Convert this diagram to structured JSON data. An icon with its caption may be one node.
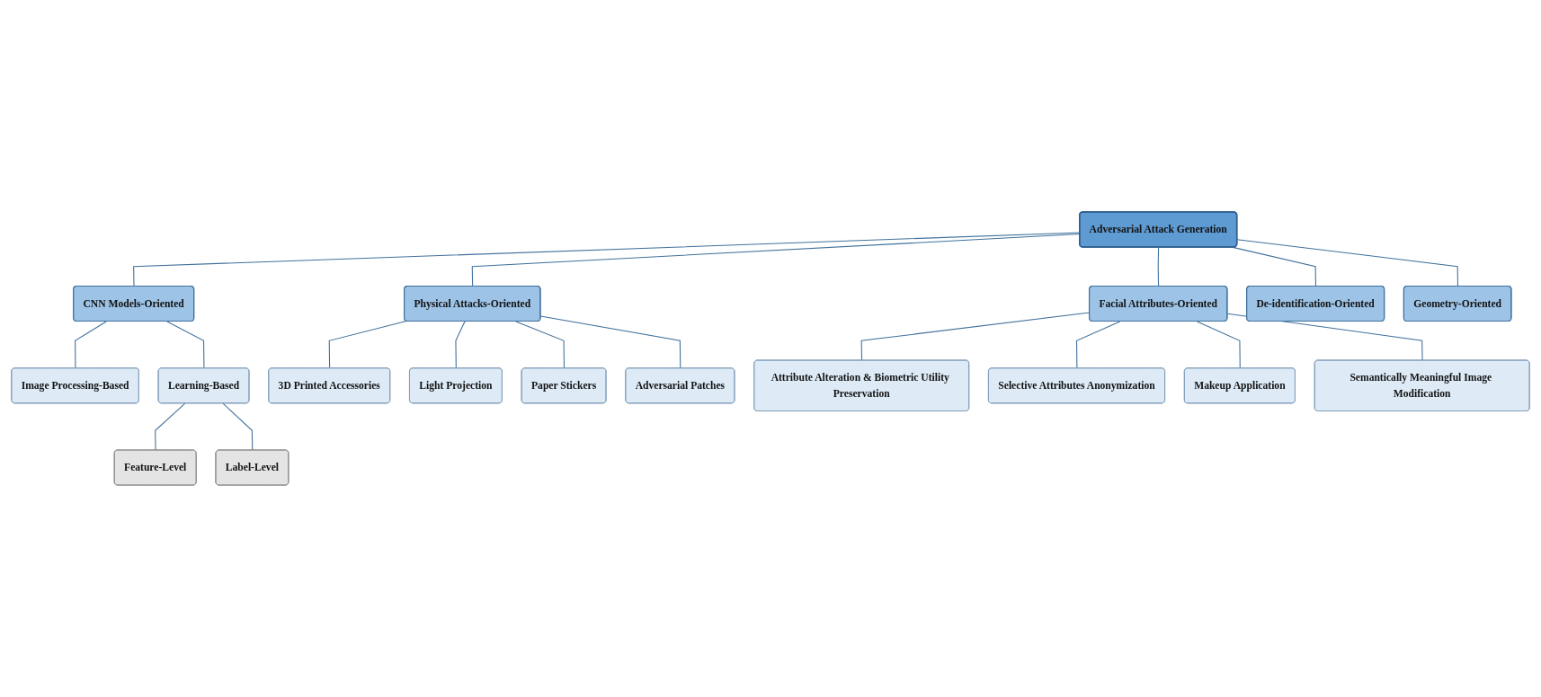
{
  "diagram": {
    "nodes": [
      {
        "text": [
          "Adversarial Attack Generation"
        ]
      },
      {
        "text": [
          "CNN Models-Oriented"
        ]
      },
      {
        "text": [
          "Physical Attacks-Oriented"
        ]
      },
      {
        "text": [
          "Facial Attributes-Oriented"
        ]
      },
      {
        "text": [
          "De-identification-Oriented"
        ]
      },
      {
        "text": [
          "Geometry-Oriented"
        ]
      },
      {
        "text": [
          "Image Processing-Based"
        ]
      },
      {
        "text": [
          "Learning-Based"
        ]
      },
      {
        "text": [
          "Feature-Level"
        ]
      },
      {
        "text": [
          "Label-Level"
        ]
      },
      {
        "text": [
          "3D Printed Accessories"
        ]
      },
      {
        "text": [
          "Light Projection"
        ]
      },
      {
        "text": [
          "Paper Stickers"
        ]
      },
      {
        "text": [
          "Adversarial Patches"
        ]
      },
      {
        "text": [
          "Attribute Alteration & Biometric Utility Preservation"
        ]
      },
      {
        "text": [
          "Selective Attributes Anonymization"
        ]
      },
      {
        "text": [
          "Makeup Application"
        ]
      },
      {
        "text": [
          "Semantically Meaningful Image Modification"
        ]
      }
    ],
    "edges": [
      {
        "from": 0,
        "to": 1,
        "arrow": "none"
      },
      {
        "from": 0,
        "to": 2,
        "arrow": "none"
      },
      {
        "from": 0,
        "to": 3,
        "arrow": "none"
      },
      {
        "from": 0,
        "to": 4,
        "arrow": "none"
      },
      {
        "from": 0,
        "to": 5,
        "arrow": "none"
      },
      {
        "from": 1,
        "to": 6,
        "arrow": "none"
      },
      {
        "from": 1,
        "to": 7,
        "arrow": "none"
      },
      {
        "from": 7,
        "to": 8,
        "arrow": "none"
      },
      {
        "from": 7,
        "to": 9,
        "arrow": "none"
      },
      {
        "from": 2,
        "to": 10,
        "arrow": "none"
      },
      {
        "from": 2,
        "to": 11,
        "arrow": "none"
      },
      {
        "from": 2,
        "to": 12,
        "arrow": "none"
      },
      {
        "from": 2,
        "to": 13,
        "arrow": "none"
      },
      {
        "from": 3,
        "to": 14,
        "arrow": "none"
      },
      {
        "from": 3,
        "to": 15,
        "arrow": "none"
      },
      {
        "from": 3,
        "to": 16,
        "arrow": "none"
      },
      {
        "from": 3,
        "to": 17,
        "arrow": "none"
      }
    ]
  }
}
